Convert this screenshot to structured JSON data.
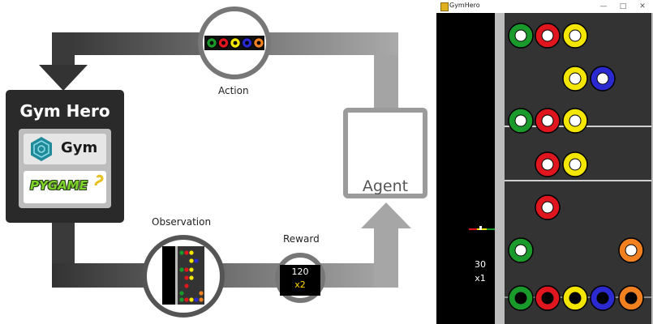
{
  "diagram": {
    "system_title": "Gym Hero",
    "gym_label": "Gym",
    "pygame_label": "PYGAME",
    "agent_label": "Agent",
    "action_caption": "Action",
    "observation_caption": "Observation",
    "reward_caption": "Reward",
    "reward_score": "120",
    "reward_multiplier": "x2",
    "action_note_colors": [
      "#1a9a2a",
      "#e0161e",
      "#f5e600",
      "#2a2ad0",
      "#f08020"
    ]
  },
  "game_window": {
    "title": "GymHero",
    "minimize_icon": "minimize-icon",
    "maximize_icon": "maximize-icon",
    "close_icon": "close-icon",
    "score": "30",
    "multiplier": "x1",
    "lane_colors": {
      "green": "#1a9a2a",
      "red": "#e0161e",
      "yellow": "#f5e600",
      "blue": "#2a2ad0",
      "orange": "#f08020"
    }
  }
}
